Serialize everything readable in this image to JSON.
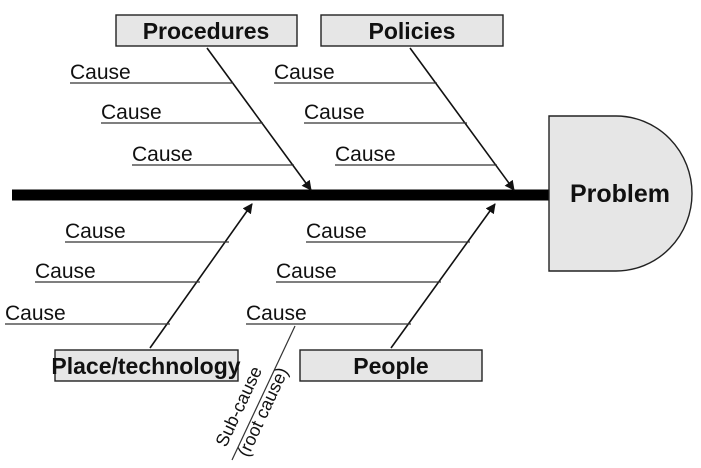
{
  "problem": "Problem",
  "categories": {
    "procedures": "Procedures",
    "policies": "Policies",
    "place": "Place/technology",
    "people": "People"
  },
  "causes": {
    "procedures": [
      "Cause",
      "Cause",
      "Cause"
    ],
    "policies": [
      "Cause",
      "Cause",
      "Cause"
    ],
    "place": [
      "Cause",
      "Cause",
      "Cause"
    ],
    "people": [
      "Cause",
      "Cause",
      "Cause"
    ]
  },
  "subcause": {
    "line1": "Sub-cause",
    "line2": "(root cause)"
  }
}
